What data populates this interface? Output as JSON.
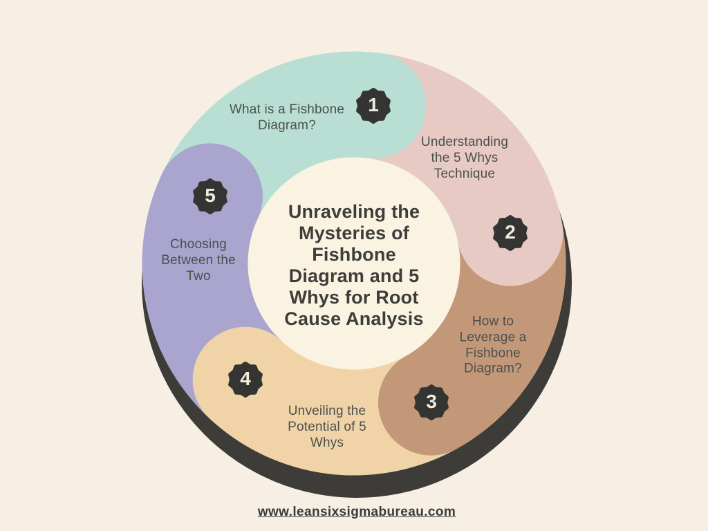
{
  "infographic": {
    "title": "Unraveling the Mysteries of Fishbone Diagram and 5 Whys for Root Cause Analysis",
    "title_lines": [
      "Unraveling the",
      "Mysteries of",
      "Fishbone",
      "Diagram and 5",
      "Whys for Root",
      "Cause Analysis"
    ],
    "website": "www.leansixsigmabureau.com",
    "steps": [
      {
        "number": "1",
        "label": "What is a Fishbone Diagram?",
        "label_lines": [
          "What is a Fishbone",
          "Diagram?"
        ],
        "color": "#b9dfd5"
      },
      {
        "number": "2",
        "label": "Understanding the 5 Whys Technique",
        "label_lines": [
          "Understanding",
          "the 5 Whys",
          "Technique"
        ],
        "color": "#e6cac3"
      },
      {
        "number": "3",
        "label": "How to Leverage a Fishbone Diagram?",
        "label_lines": [
          "How to",
          "Leverage a",
          "Fishbone",
          "Diagram?"
        ],
        "color": "#c39878"
      },
      {
        "number": "4",
        "label": "Unveiling the Potential of 5 Whys",
        "label_lines": [
          "Unveiling the",
          "Potential of 5",
          "Whys"
        ],
        "color": "#f0d4a8"
      },
      {
        "number": "5",
        "label": "Choosing Between the Two",
        "label_lines": [
          "Choosing",
          "Between the",
          "Two"
        ],
        "color": "#a9a5ce"
      }
    ],
    "colors": {
      "background": "#f7efe3",
      "center_circle": "#faf3e1",
      "shadow_ring": "#3d3c39",
      "badge": "#343432",
      "badge_number": "#f2ecdf",
      "label_text": "#4c504e",
      "title_text": "#3d3d3b",
      "link_text": "#3a3a38"
    }
  }
}
